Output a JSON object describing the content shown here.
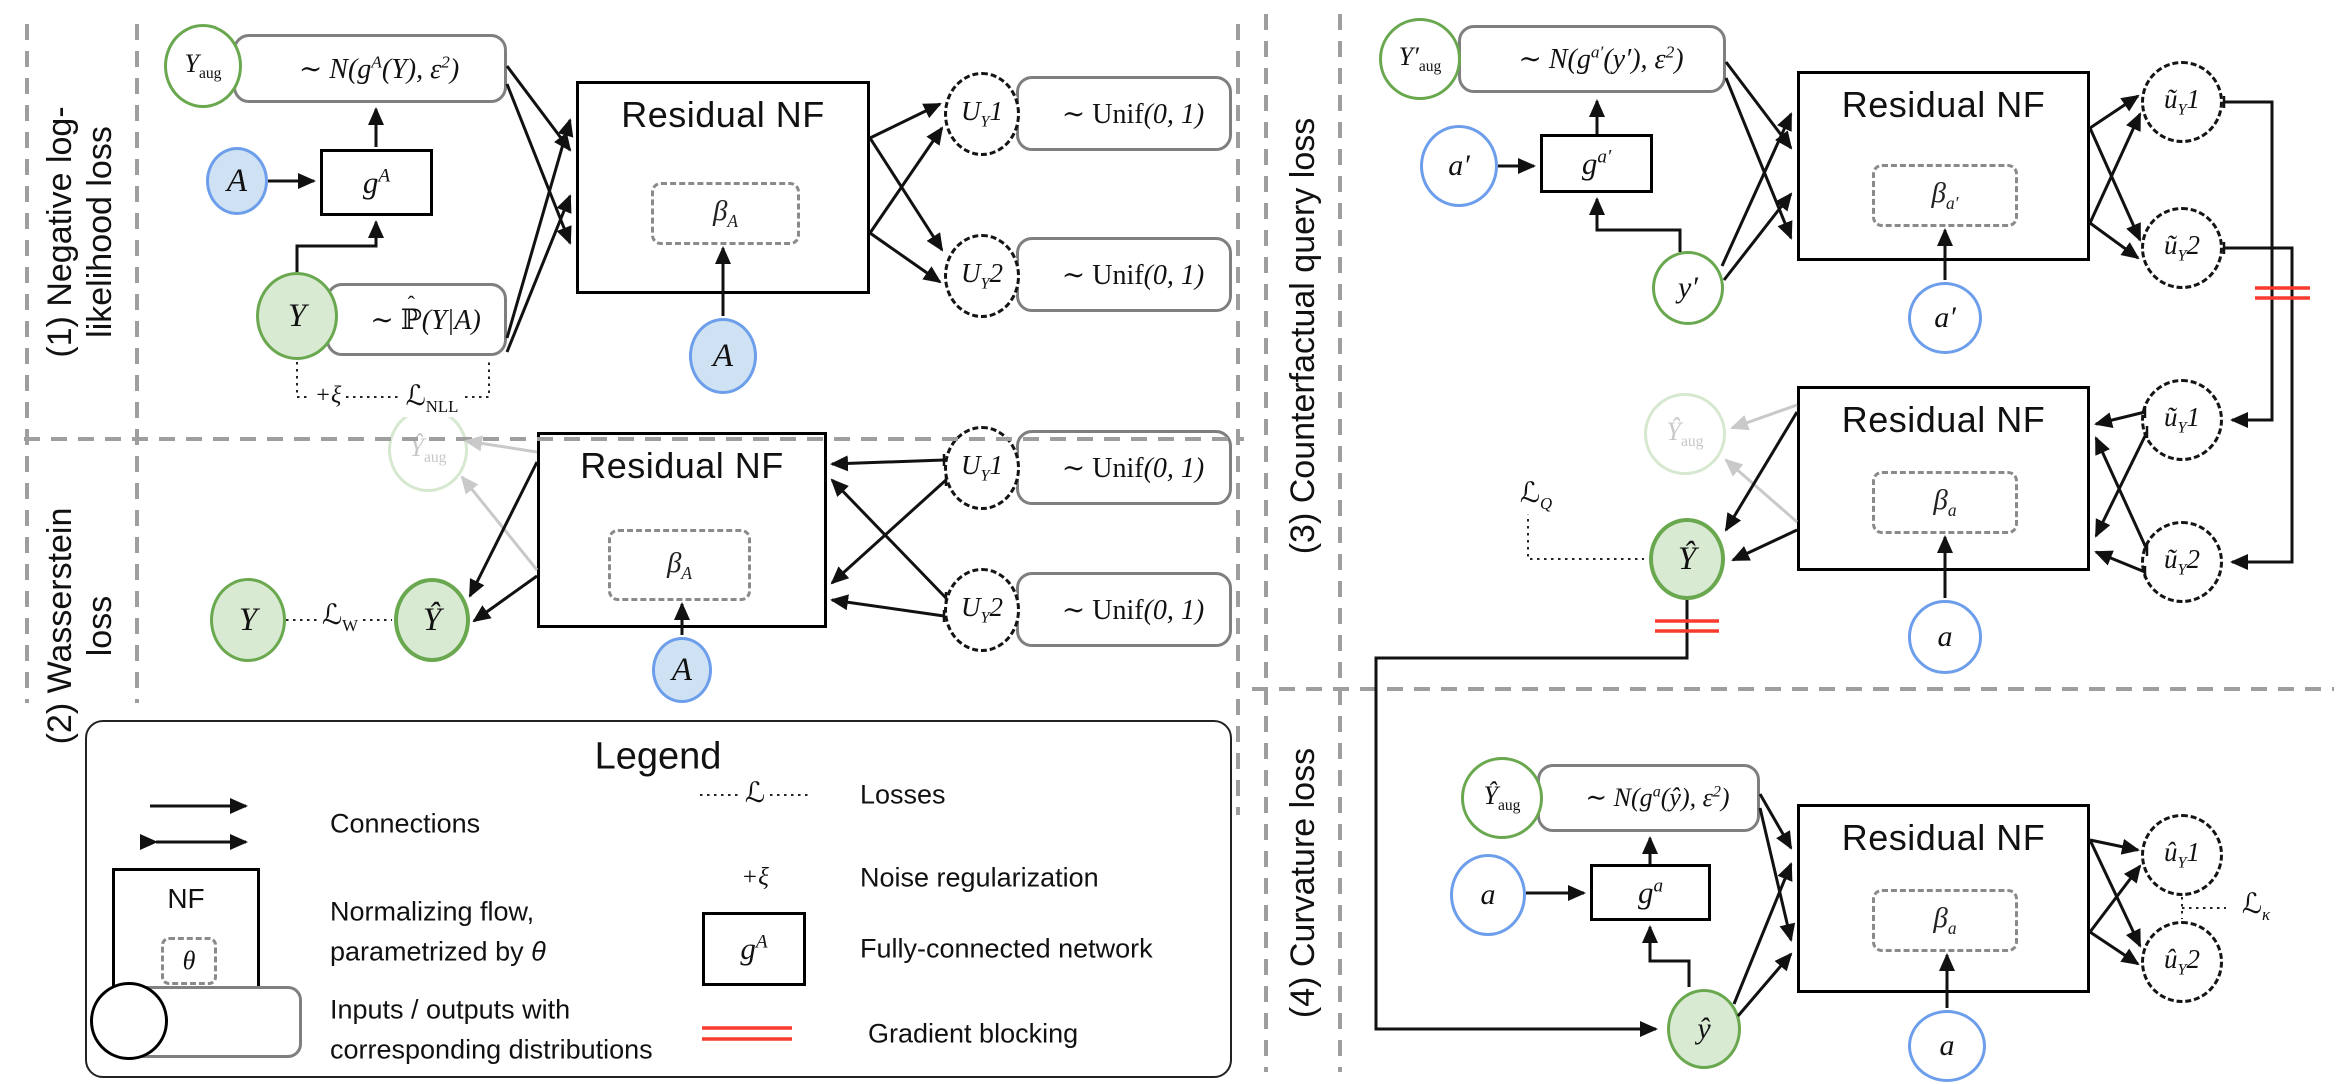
{
  "colors": {
    "green_border": "#6aa84f",
    "green_fill": "#d9ead3",
    "blue_border": "#6d9eeb",
    "blue_fill": "#cfe2f3",
    "gray_box_border": "#7f7f7f",
    "dashed_param_border": "#8a8a8a",
    "faded_green_border": "#d6e8d0",
    "faded_text": "#c8c8c8",
    "faded_arrow": "#c9c9c9",
    "gradient_block_red": "#f83b2e",
    "separator_gray": "#9e9e9e",
    "line_black": "#111111"
  },
  "common": {
    "residual_nf": "Residual NF",
    "unif_dist": "∼ <span class=\"rm\">Unif</span>(0, 1)"
  },
  "sections": {
    "s1": {
      "label_line1": "(1) Negative log-",
      "label_line2": "likelihood loss",
      "y_aug": "Y<sub class=\"rm\">aug</sub>",
      "y_aug_dist": "∼ N(g<sup>A</sup>(Y), ε<sup>2</sup>)",
      "a_input": "A",
      "g_net": "g<sup>A</sup>",
      "y": "Y",
      "y_dist": "∼ <span class=\"phat\">ℙ</span>(Y|A)",
      "noise": "+ξ",
      "loss_nll": "ℒ<sub class=\"rm\">NLL</sub>",
      "beta": "β<sub>A</sub>",
      "a_cond": "A",
      "u1": "U<sub>Y</sub>1",
      "u2": "U<sub>Y</sub>2"
    },
    "s2": {
      "label_line1": "(2) Wasserstein",
      "label_line2": "loss",
      "y_aug_faded": "Ŷ<sub class=\"rm\">aug</sub>",
      "y": "Y",
      "loss_w": "ℒ<sub class=\"rm\">W</sub>",
      "y_hat": "Ŷ",
      "beta": "β<sub>A</sub>",
      "a_cond": "A",
      "u1": "U<sub>Y</sub>1",
      "u2": "U<sub>Y</sub>2"
    },
    "s3": {
      "label": "(3) Counterfactual query loss",
      "y_aug": "Y′<sub class=\"rm\">aug</sub>",
      "y_aug_dist": "∼ N(g<sup>a′</sup>(y′), ε<sup>2</sup>)",
      "a_input": "a′",
      "g_net": "g<sup>a′</sup>",
      "y_input": "y′",
      "beta_top": "β<sub>a′</sub>",
      "a_cond_top": "a′",
      "u1_top": "ũ<sub>Y</sub>1",
      "u2_top": "ũ<sub>Y</sub>2",
      "u1_bottom": "ũ<sub>Y</sub>1",
      "u2_bottom": "ũ<sub>Y</sub>2",
      "beta_bottom": "β<sub>a</sub>",
      "a_cond_bottom": "a",
      "y_aug_faded": "Ŷ<sub class=\"rm\">aug</sub>",
      "loss_q": "ℒ<sub>Q</sub>",
      "y_hat": "Ŷ"
    },
    "s4": {
      "label": "(4) Curvature loss",
      "y_aug": "Ŷ<sub class=\"rm\">aug</sub>",
      "y_aug_dist": "∼ N(g<sup>a</sup>(ŷ), ε<sup>2</sup>)",
      "a_input": "a",
      "g_net": "g<sup>a</sup>",
      "y_hat_input": "ŷ",
      "beta": "β<sub>a</sub>",
      "a_cond": "a",
      "u1": "û<sub>Y</sub>1",
      "u2": "û<sub>Y</sub>2",
      "loss_k": "ℒ<sub>κ</sub>"
    }
  },
  "legend": {
    "title": "Legend",
    "connections": "Connections",
    "nf": "NF",
    "theta": "θ",
    "normalizing_1": "Normalizing flow,",
    "normalizing_2": "parametrized by <i>θ</i>",
    "io_1": "Inputs / outputs with",
    "io_2": "corresponding distributions",
    "losses_symbol": "ℒ",
    "losses": "Losses",
    "noise_symbol": "+ξ",
    "noise": "Noise regularization",
    "fc_symbol": "g<sup>A</sup>",
    "fc": "Fully-connected network",
    "gradient": "Gradient blocking"
  }
}
